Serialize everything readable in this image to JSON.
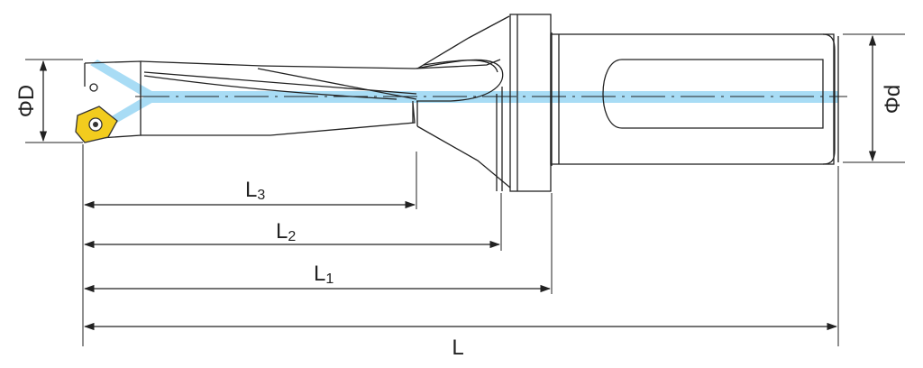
{
  "labels": {
    "phi_D": "ΦD",
    "phi_d": "Φd",
    "L3": {
      "main": "L",
      "sub": "3"
    },
    "L2": {
      "main": "L",
      "sub": "2"
    },
    "L1": {
      "main": "L",
      "sub": "1"
    },
    "L": "L"
  },
  "colors": {
    "outline": "#222222",
    "coolant": "#a8dcf5",
    "insert": "#f2cc1e",
    "insert_edge": "#333333"
  }
}
